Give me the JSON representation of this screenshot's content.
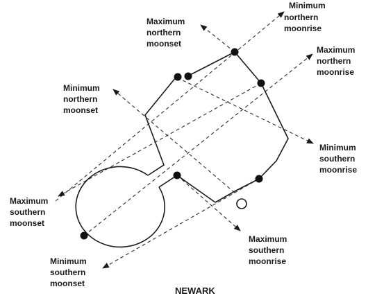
{
  "caption": "NEWARK",
  "labels": {
    "min_north_moonrise": [
      "Minimum",
      "northern",
      "moonrise"
    ],
    "max_north_moonset": [
      "Maximum",
      "northern",
      "moonset"
    ],
    "max_north_moonrise": [
      "Maximum",
      "northern",
      "moonrise"
    ],
    "min_north_moonset": [
      "Minimum",
      "northern",
      "moonset"
    ],
    "min_south_moonrise": [
      "Minimum",
      "southern",
      "moonrise"
    ],
    "max_south_moonset": [
      "Maximum",
      "southern",
      "moonset"
    ],
    "max_south_moonrise": [
      "Maximum",
      "southern",
      "moonrise"
    ],
    "min_south_moonset": [
      "Minimum",
      "southern",
      "moonset"
    ]
  }
}
